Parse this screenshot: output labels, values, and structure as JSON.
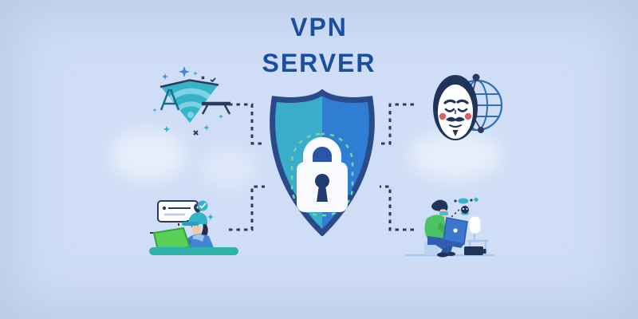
{
  "title": {
    "line1": "VPN",
    "line2": "SERVER"
  },
  "palette": {
    "bg": "#cfddf6",
    "title": "#1a4fa0",
    "navy": "#2c3a5e",
    "shieldteal": "#3aadcb",
    "shieldblue": "#2f7ed3",
    "shieldborder": "#2b4a8c",
    "lockwhite": "#f8fafd",
    "lockinner": "#2d55a5",
    "lockdark": "#223a72",
    "dashgreen": "#6fd9a0",
    "teal": "#35b3c9",
    "teallight": "#7fd2e6",
    "tabletop": "#2fb2aa",
    "bluemid": "#2f6fb5",
    "bluebright": "#4284d6",
    "green": "#59d058",
    "shirtgreen": "#4cc462",
    "jeans": "#2f5fae",
    "skin": "#f2c9a8",
    "cheek": "#dd5f6e",
    "maskdark": "#203358",
    "lightblue": "#a9c6ec"
  },
  "diagram": {
    "center_icon": "shield-lock-icon",
    "connector_style": "dashed-elbow",
    "nodes": [
      {
        "icon": "wifi-signal-icon",
        "position": "top-left"
      },
      {
        "icon": "anonymous-mask-globe-icon",
        "position": "top-right"
      },
      {
        "icon": "user-chat-laptop-icon",
        "position": "bottom-left"
      },
      {
        "icon": "hacker-workstation-icon",
        "position": "bottom-right"
      }
    ]
  }
}
